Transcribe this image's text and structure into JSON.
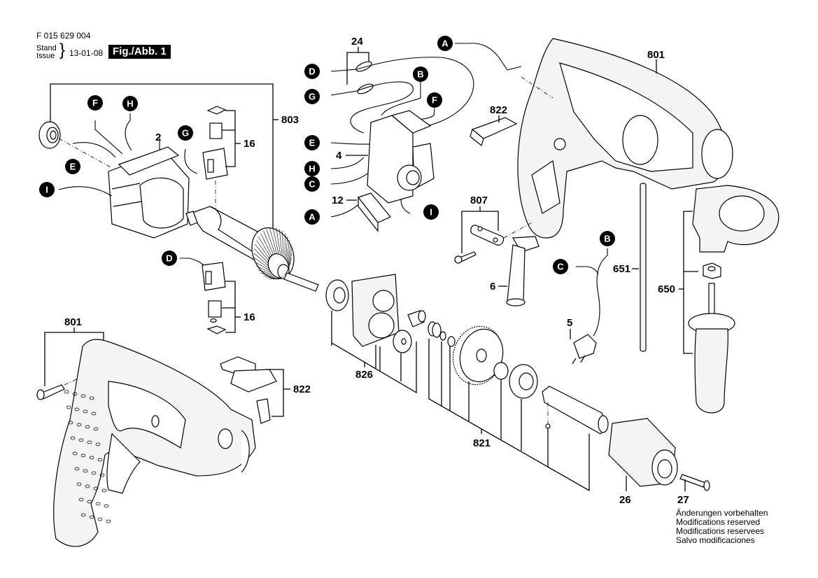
{
  "header": {
    "document_number": "F 015 629 004",
    "stand_label": "Stand",
    "issue_label": "Issue",
    "issue_date": "13-01-08",
    "figure_label": "Fig./Abb. 1"
  },
  "disclaimer": [
    "Änderungen vorbehalten",
    "Modifications reserved",
    "Modifications reservees",
    "Salvo modificaciones"
  ],
  "part_numbers": {
    "p2": "2",
    "p4": "4",
    "p5": "5",
    "p6": "6",
    "p12": "12",
    "p16_top": "16",
    "p16_bottom": "16",
    "p24": "24",
    "p26": "26",
    "p27": "27",
    "p650": "650",
    "p651": "651",
    "p801_top": "801",
    "p801_bottom": "801",
    "p803": "803",
    "p807": "807",
    "p821": "821",
    "p822_top": "822",
    "p822_bottom": "822",
    "p826": "826"
  },
  "connector_markers": {
    "F_stator": "F",
    "H_stator": "H",
    "G_stator": "G",
    "E_stator": "E",
    "I_stator": "I",
    "D_brush": "D",
    "D_switch": "D",
    "G_switch": "G",
    "B_switch": "B",
    "F_switch": "F",
    "E_switch": "E",
    "H_switch": "H",
    "C_switch": "C",
    "A_switch": "A",
    "I_switch": "I",
    "A_housing": "A",
    "B_cord": "B",
    "C_cord": "C"
  },
  "colors": {
    "marker_fill": "#000000",
    "marker_text": "#ffffff",
    "line": "#000000",
    "badge_bg": "#000000"
  }
}
